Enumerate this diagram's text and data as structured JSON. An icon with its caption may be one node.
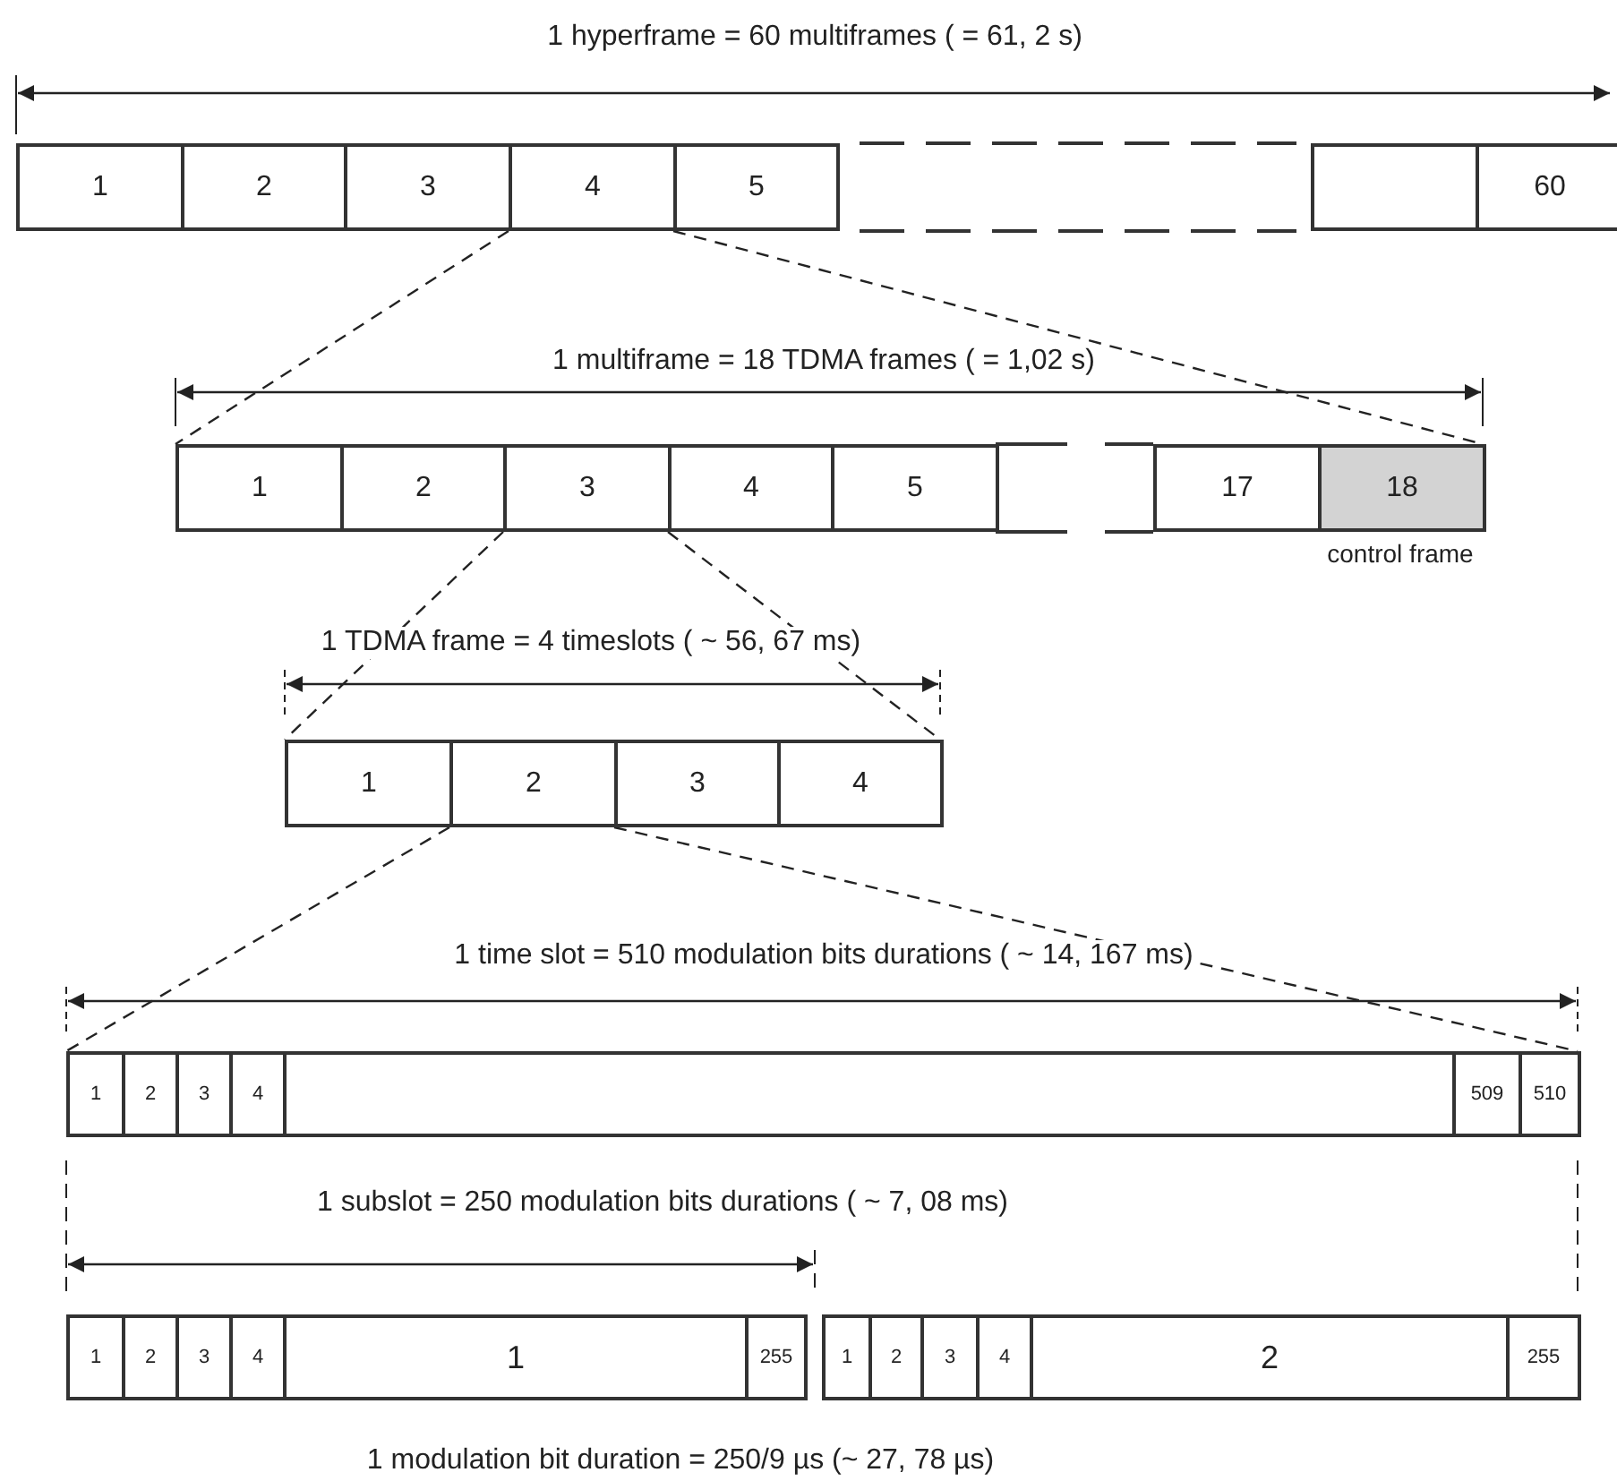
{
  "diagram": {
    "nodes": [
      {
        "text": [
          "1"
        ]
      },
      {
        "text": [
          "2"
        ]
      },
      {
        "text": [
          "3"
        ]
      },
      {
        "text": [
          "4"
        ]
      },
      {
        "text": [
          "5"
        ]
      },
      {
        "text": [],
        "shape": "box"
      },
      {
        "text": [
          "60"
        ]
      },
      {
        "text": [
          "1"
        ]
      },
      {
        "text": [
          "2"
        ]
      },
      {
        "text": [
          "3"
        ]
      },
      {
        "text": [
          "4"
        ]
      },
      {
        "text": [
          "5"
        ]
      },
      {
        "text": [
          "17"
        ]
      },
      {
        "text": [
          "18"
        ],
        "beside": [
          "control frame"
        ]
      },
      {
        "text": [
          "1"
        ]
      },
      {
        "text": [
          "2"
        ]
      },
      {
        "text": [
          "3"
        ]
      },
      {
        "text": [
          "4"
        ]
      },
      {
        "text": [
          "1"
        ]
      },
      {
        "text": [
          "2"
        ]
      },
      {
        "text": [
          "3"
        ]
      },
      {
        "text": [
          "4"
        ]
      },
      {
        "text": [],
        "shape": "box"
      },
      {
        "text": [
          "509"
        ]
      },
      {
        "text": [
          "510"
        ]
      },
      {
        "text": [
          "1"
        ]
      },
      {
        "text": [
          "2"
        ]
      },
      {
        "text": [
          "3"
        ]
      },
      {
        "text": [
          "4"
        ]
      },
      {
        "text": [
          "1"
        ]
      },
      {
        "text": [
          "255"
        ]
      },
      {
        "text": [
          "1"
        ]
      },
      {
        "text": [
          "2"
        ]
      },
      {
        "text": [
          "3"
        ]
      },
      {
        "text": [
          "4"
        ]
      },
      {
        "text": [
          "2"
        ]
      },
      {
        "text": [
          "255"
        ]
      }
    ],
    "edges": [
      {
        "from": 3,
        "to": 7,
        "arrow": "none",
        "style": "dashed"
      },
      {
        "from": 3,
        "to": 13,
        "arrow": "none",
        "style": "dashed"
      },
      {
        "from": 9,
        "to": 14,
        "arrow": "none",
        "style": "dashed"
      },
      {
        "from": 9,
        "to": 17,
        "arrow": "none",
        "style": "dashed"
      },
      {
        "from": 15,
        "to": 18,
        "arrow": "none",
        "style": "dashed"
      },
      {
        "from": 15,
        "to": 24,
        "arrow": "none",
        "style": "dashed"
      }
    ],
    "labels": [
      "1 hyperframe = 60 multiframes ( = 61, 2 s)",
      "1 multiframe = 18 TDMA frames ( = 1,02 s)",
      "1 TDMA frame = 4 timeslots ( ~ 56, 67 ms)",
      "1 time slot = 510 modulation bits durations ( ~ 14, 167 ms)",
      "1 subslot = 250 modulation bits durations ( ~ 7, 08 ms)",
      "1 modulation bit duration = 250/9 µs (~ 27, 78 µs)"
    ]
  }
}
